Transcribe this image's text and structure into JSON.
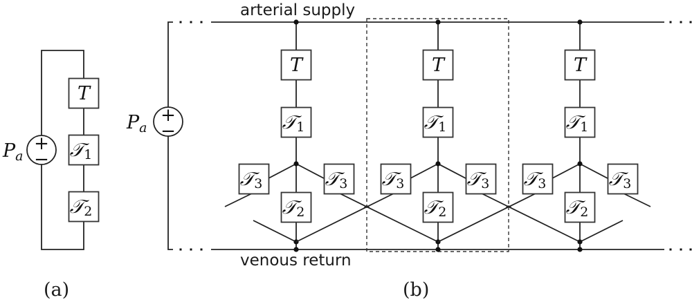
{
  "labels": {
    "arterial": "arterial supply",
    "venous": "venous return",
    "caption_a": "(a)",
    "caption_b": "(b)"
  },
  "source": {
    "symbol": "P",
    "subscript": "a",
    "plus": "+",
    "minus": "−"
  },
  "elements": {
    "T": {
      "symbol": "T",
      "subscript": ""
    },
    "T1": {
      "symbol": "𝒯",
      "subscript": "1"
    },
    "T2": {
      "symbol": "𝒯",
      "subscript": "2"
    },
    "T3": {
      "symbol": "𝒯",
      "subscript": "3"
    }
  },
  "diagram_a": {
    "series_elements": [
      "T",
      "T1",
      "T2"
    ]
  },
  "diagram_b": {
    "columns": 3,
    "column_elements": [
      "T",
      "T1",
      "T2",
      "T3",
      "T3"
    ],
    "highlighted_column": 2,
    "continuation": "· · ·"
  }
}
